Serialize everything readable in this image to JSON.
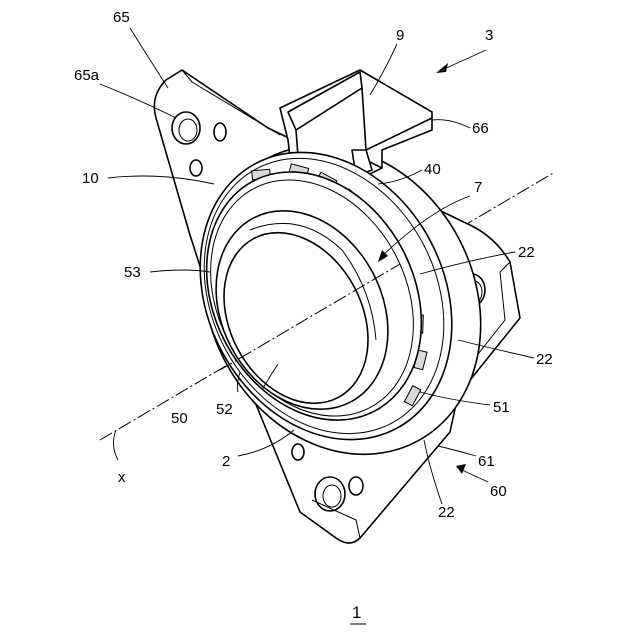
{
  "figure": {
    "number": "1",
    "labels": {
      "l65": "65",
      "l65a": "65a",
      "l9": "9",
      "l3": "3",
      "l66": "66",
      "l10": "10",
      "l40": "40",
      "l7": "7",
      "l22a": "22",
      "l53": "53",
      "l22b": "22",
      "l50": "50",
      "l52": "52",
      "l51": "51",
      "lx": "x",
      "l2": "2",
      "l61": "61",
      "l22c": "22",
      "l60": "60"
    }
  }
}
